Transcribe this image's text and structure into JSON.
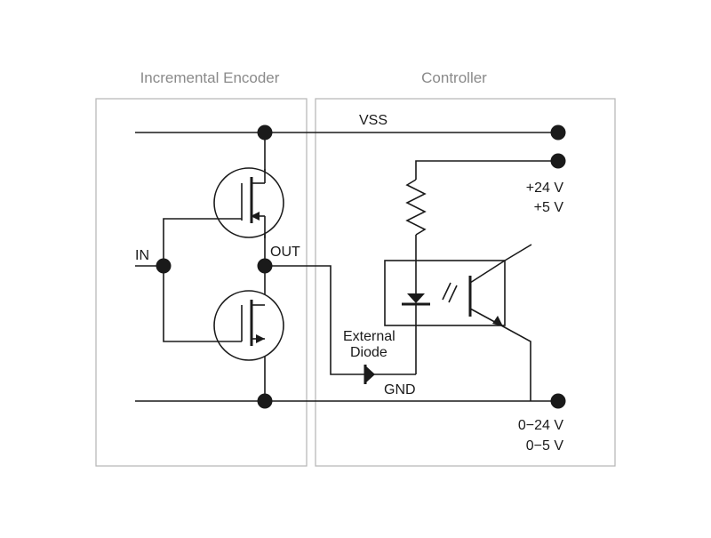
{
  "panels": {
    "encoder_title": "Incremental Encoder",
    "controller_title": "Controller"
  },
  "labels": {
    "vss": "VSS",
    "in": "IN",
    "out": "OUT",
    "supply_24": "+24 V",
    "supply_5": "+5 V",
    "diode_line1": "External",
    "diode_line2": "Diode",
    "gnd": "GND",
    "range_24": "0−24 V",
    "range_5": "0−5 V"
  },
  "colors": {
    "ink": "#1a1a1a",
    "panel_border": "#b5b5b5",
    "heading": "#8a8a8a"
  }
}
